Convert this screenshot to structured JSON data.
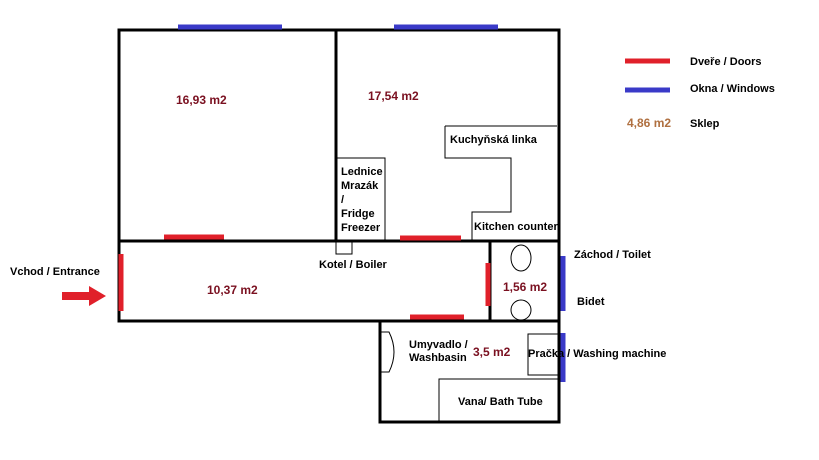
{
  "colors": {
    "door": "#e0202a",
    "window": "#3a3ac8",
    "area_text": "#7a1020",
    "cellar_text": "#b07040",
    "wall": "#000000"
  },
  "rooms": {
    "room1_area": "16,93 m2",
    "room2_area": "17,54 m2",
    "hall_area": "10,37 m2",
    "wc_area": "1,56 m2",
    "bath_area": "3,5 m2"
  },
  "labels": {
    "kitchen_line": "Kuchyňská linka",
    "kitchen_counter": "Kitchen counter",
    "fridge_lines": [
      "Lednice",
      "Mrazák",
      "/",
      "Fridge",
      "Freezer"
    ],
    "boiler": "Kotel / Boiler",
    "entrance": "Vchod / Entrance",
    "toilet": "Záchod / Toilet",
    "bidet": "Bidet",
    "washbasin_lines": [
      "Umyvadlo /",
      "Washbasin"
    ],
    "washing_machine": "Pračka / Washing machine",
    "bathtub": "Vana/ Bath Tube"
  },
  "legend": {
    "doors": "Dveře / Doors",
    "windows": "Okna / Windows",
    "cellar_area": "4,86 m2",
    "cellar": "Sklep"
  }
}
